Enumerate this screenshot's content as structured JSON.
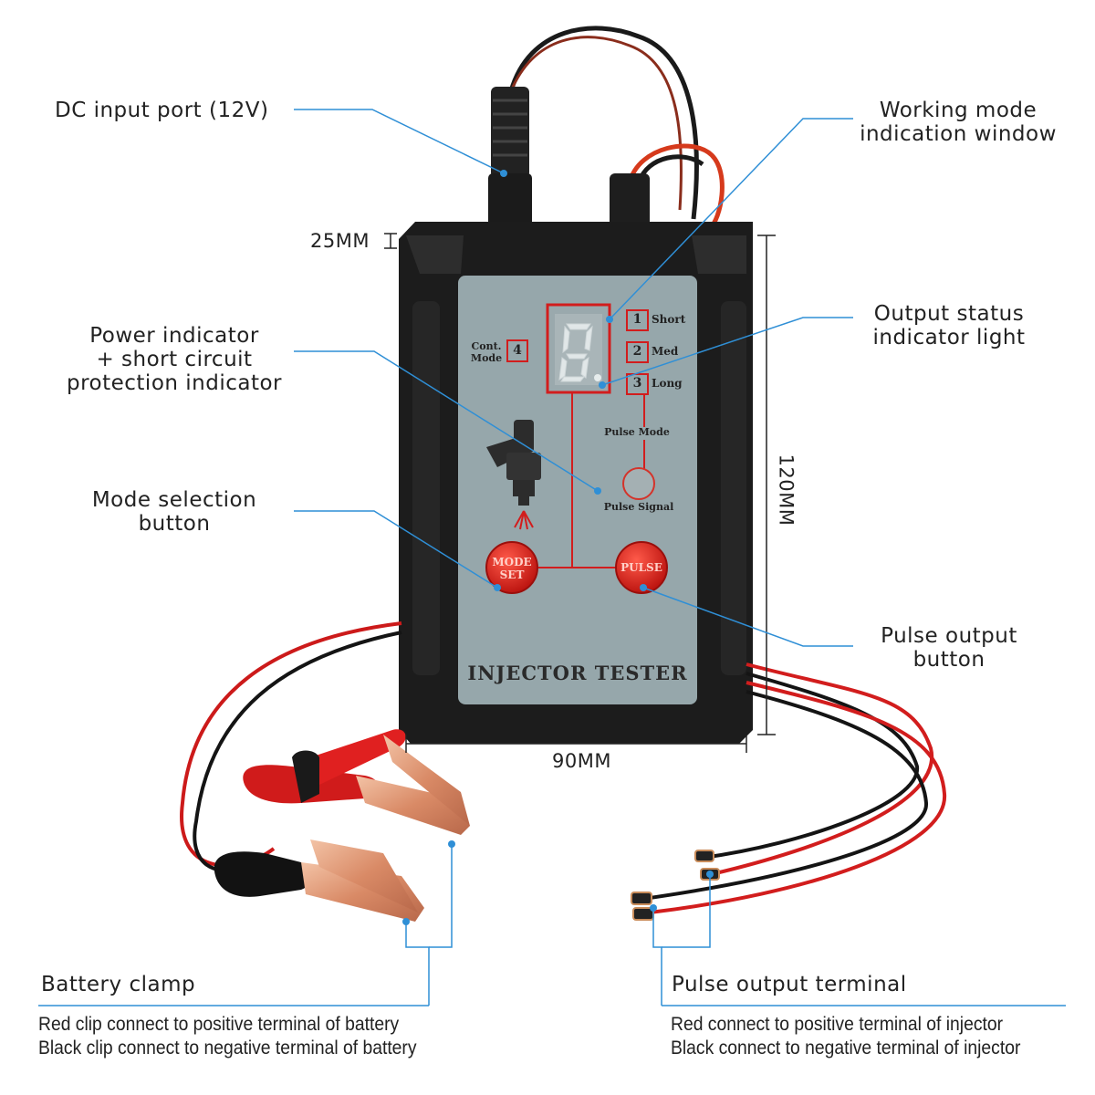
{
  "callouts": {
    "dc_input": "DC input port (12V)",
    "working_mode": [
      "Working mode",
      "indication window"
    ],
    "power_indicator": [
      "Power indicator",
      "+ short circuit",
      "protection indicator"
    ],
    "output_status": [
      "Output status",
      "indicator light"
    ],
    "mode_selection": [
      "Mode selection",
      "button"
    ],
    "pulse_button": [
      "Pulse output",
      "button"
    ],
    "battery_clamp": "Battery clamp",
    "pulse_terminal": "Pulse output terminal"
  },
  "notes": {
    "battery": [
      "Red clip connect to positive terminal of battery",
      "Black clip connect to negative terminal of battery"
    ],
    "terminal": [
      "Red connect to positive terminal of injector",
      "Black connect to negative terminal of injector"
    ]
  },
  "dimensions": {
    "depth": "25MM",
    "height": "120MM",
    "width": "90MM"
  },
  "panel": {
    "cont_mode_label": [
      "Cont.",
      "Mode"
    ],
    "cont_mode_num": "4",
    "modes": [
      {
        "num": "1",
        "label": "Short"
      },
      {
        "num": "2",
        "label": "Med"
      },
      {
        "num": "3",
        "label": "Long"
      }
    ],
    "pulse_mode": "Pulse Mode",
    "pulse_signal": "Pulse Signal",
    "mode_button": [
      "MODE",
      "SET"
    ],
    "pulse_button": "PULSE",
    "title": "INJECTOR TESTER"
  },
  "colors": {
    "callout_line": "#2f8fd6",
    "red": "#d42424",
    "panel": "#96a7ab",
    "case": "#1c1c1c"
  }
}
